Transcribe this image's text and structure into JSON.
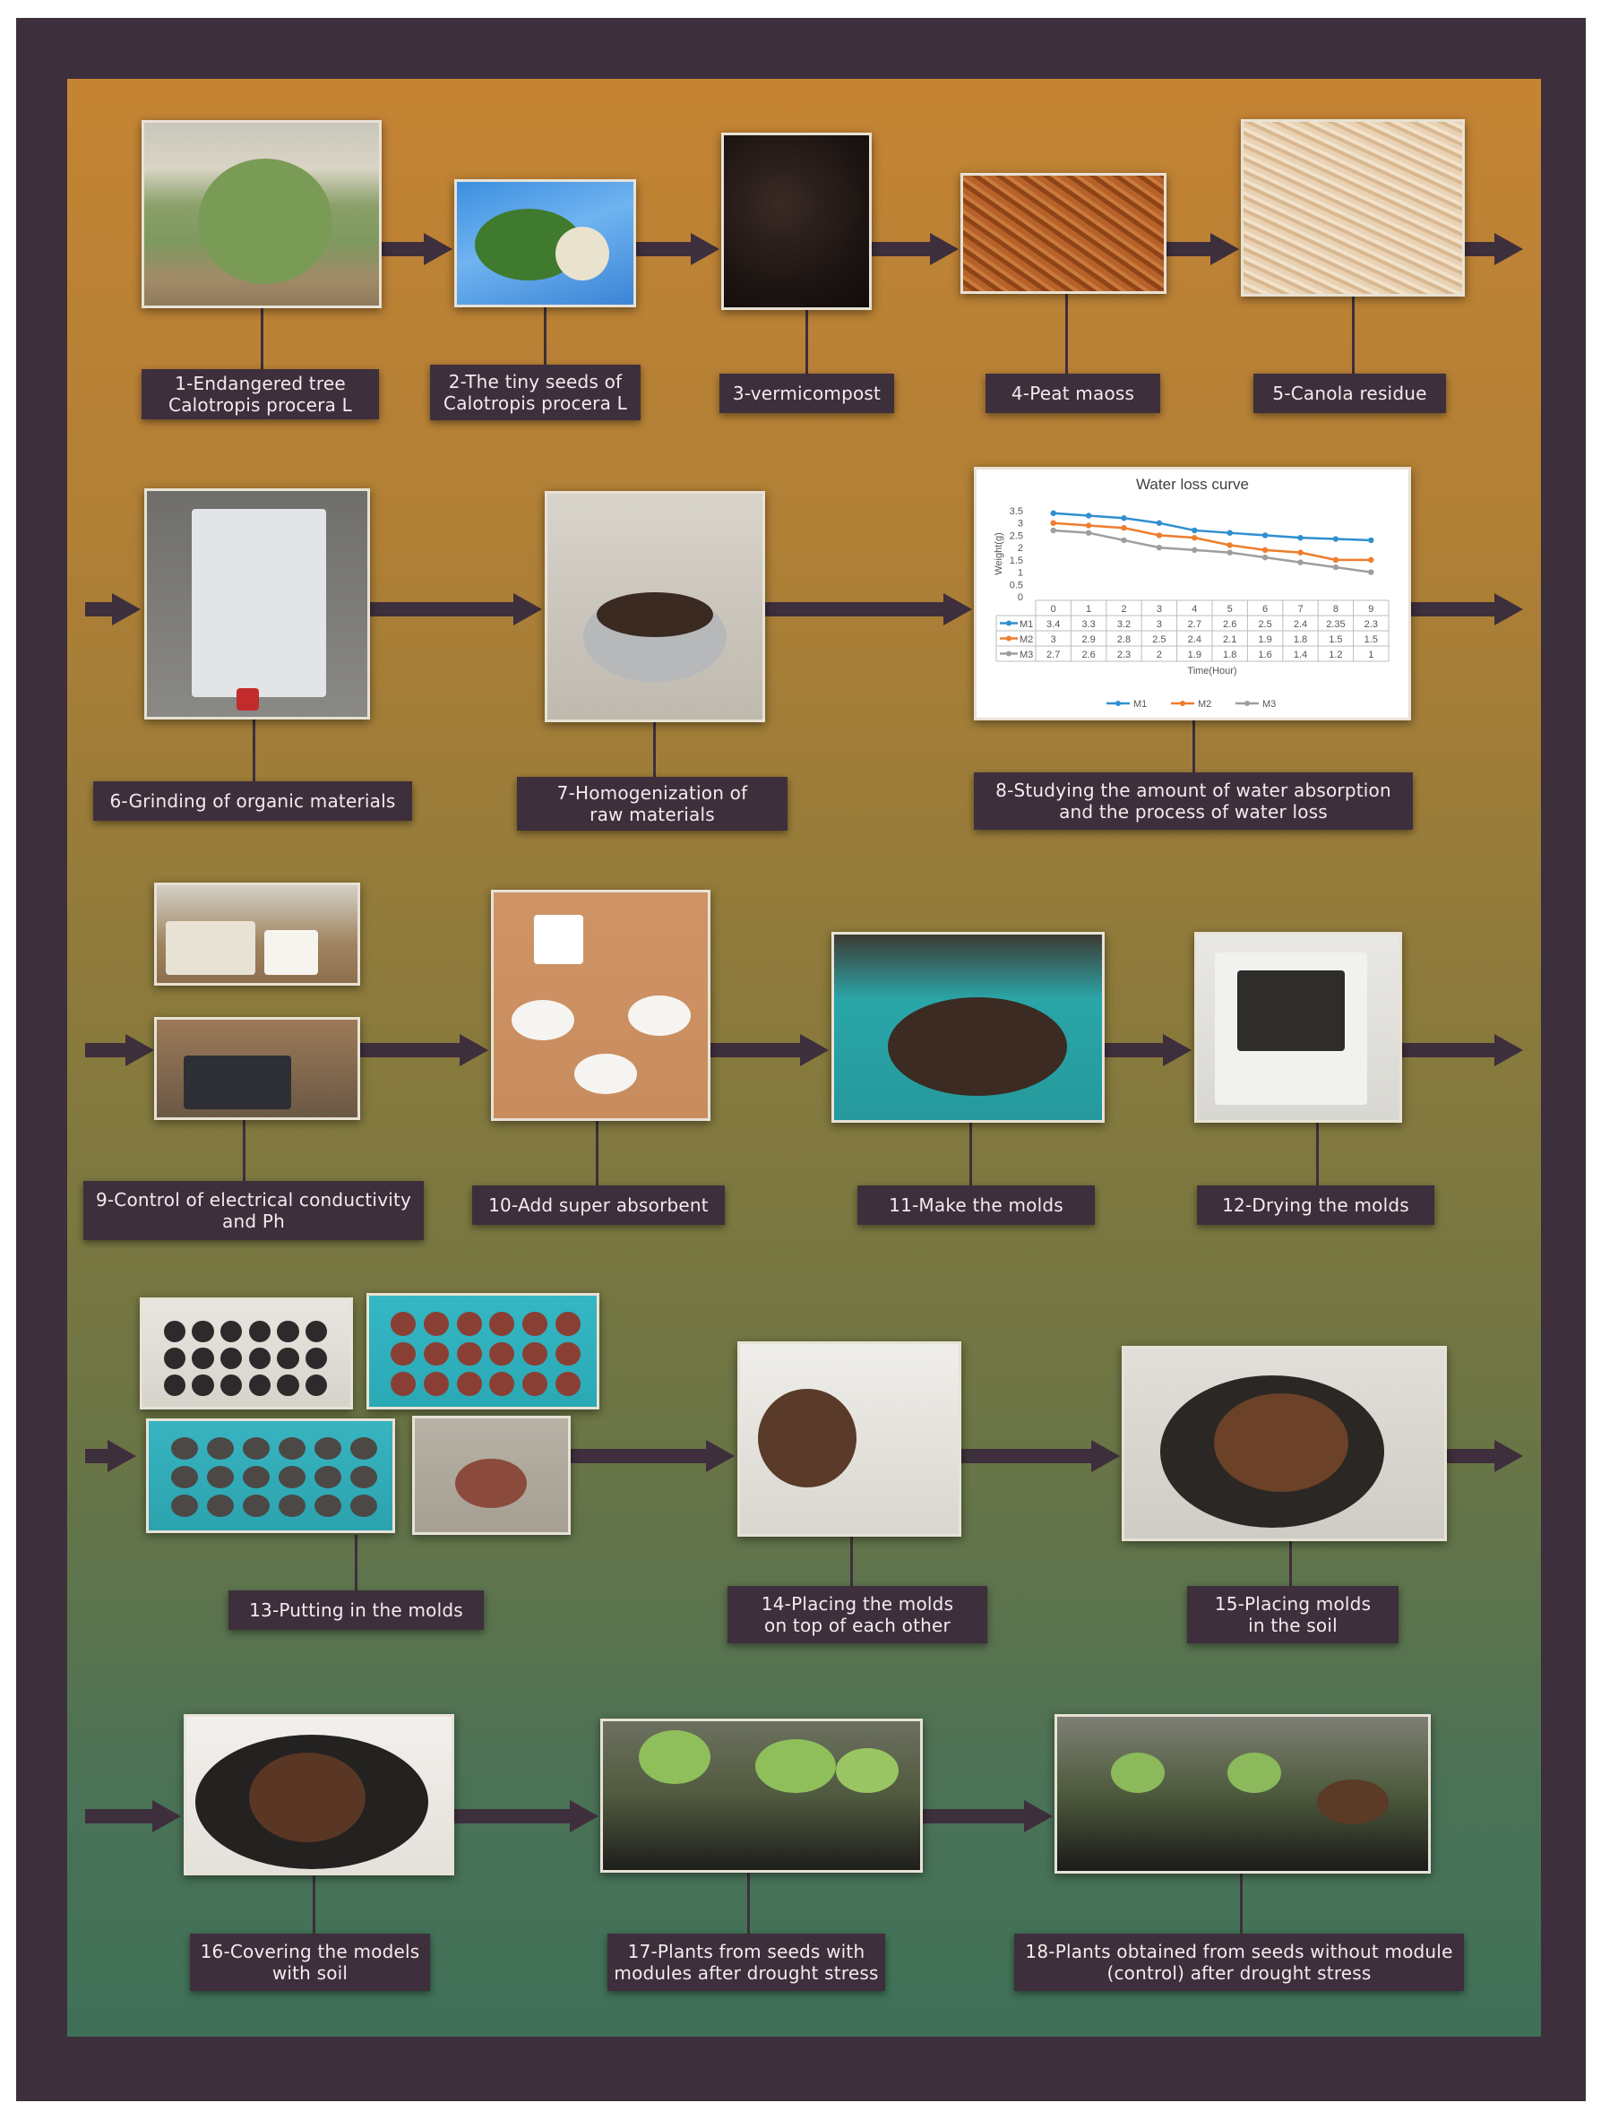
{
  "colors": {
    "frame": "#3e2f3c",
    "label_bg": "#3e2f3c",
    "label_text": "#f2ecec",
    "m1": "#2f8fd0",
    "m2": "#ee7d2c",
    "m3": "#9e9e9e"
  },
  "steps": [
    {
      "n": 1,
      "lines": [
        "1-Endangered tree",
        "Calotropis procera L"
      ]
    },
    {
      "n": 2,
      "lines": [
        "2-The tiny seeds of",
        "Calotropis procera L"
      ]
    },
    {
      "n": 3,
      "lines": [
        "3-vermicompost"
      ]
    },
    {
      "n": 4,
      "lines": [
        "4-Peat maoss"
      ]
    },
    {
      "n": 5,
      "lines": [
        "5-Canola residue"
      ]
    },
    {
      "n": 6,
      "lines": [
        "6-Grinding of organic materials"
      ]
    },
    {
      "n": 7,
      "lines": [
        "7-Homogenization of",
        "raw materials"
      ]
    },
    {
      "n": 8,
      "lines": [
        "8-Studying the amount of water absorption",
        "and the process of water loss"
      ]
    },
    {
      "n": 9,
      "lines": [
        "9-Control of electrical conductivity",
        "and Ph"
      ]
    },
    {
      "n": 10,
      "lines": [
        "10-Add super absorbent"
      ]
    },
    {
      "n": 11,
      "lines": [
        "11-Make the molds"
      ]
    },
    {
      "n": 12,
      "lines": [
        "12-Drying the molds"
      ]
    },
    {
      "n": 13,
      "lines": [
        "13-Putting in the molds"
      ]
    },
    {
      "n": 14,
      "lines": [
        "14-Placing the molds",
        "on top of each other"
      ]
    },
    {
      "n": 15,
      "lines": [
        "15-Placing molds",
        "in the soil"
      ]
    },
    {
      "n": 16,
      "lines": [
        "16-Covering the models",
        "with soil"
      ]
    },
    {
      "n": 17,
      "lines": [
        "17-Plants from seeds with",
        "modules after drought stress"
      ]
    },
    {
      "n": 18,
      "lines": [
        "18-Plants obtained from seeds without module",
        "(control) after drought stress"
      ]
    }
  ],
  "photos": [
    {
      "id": "p1",
      "icon": "tree-photo"
    },
    {
      "id": "p2",
      "icon": "seed-pod-photo"
    },
    {
      "id": "p3",
      "icon": "vermicompost-photo"
    },
    {
      "id": "p4",
      "icon": "peat-moss-photo"
    },
    {
      "id": "p5",
      "icon": "canola-residue-photo"
    },
    {
      "id": "p6",
      "icon": "grinder-photo"
    },
    {
      "id": "p7",
      "icon": "sieve-photo"
    },
    {
      "id": "p9a",
      "icon": "lab-bench-photo"
    },
    {
      "id": "p9b",
      "icon": "conductivity-meter-photo"
    },
    {
      "id": "p10",
      "icon": "super-absorbent-photo"
    },
    {
      "id": "p11",
      "icon": "mold-tray-photo"
    },
    {
      "id": "p12",
      "icon": "oven-photo"
    },
    {
      "id": "p13a",
      "icon": "mold-balls-photo"
    },
    {
      "id": "p13b",
      "icon": "mold-tray-red-photo"
    },
    {
      "id": "p13c",
      "icon": "mold-tray-grey-photo"
    },
    {
      "id": "p13d",
      "icon": "single-mold-photo"
    },
    {
      "id": "p14",
      "icon": "stacked-molds-photo"
    },
    {
      "id": "p15",
      "icon": "mold-in-soil-photo"
    },
    {
      "id": "p16",
      "icon": "covered-mold-photo"
    },
    {
      "id": "p17",
      "icon": "plants-with-modules-photo"
    },
    {
      "id": "p18",
      "icon": "plants-control-photo"
    }
  ],
  "chart_data": {
    "type": "line",
    "title": "Water loss curve",
    "xlabel": "Time(Hour)",
    "ylabel": "Weight(g)",
    "x": [
      0,
      1,
      2,
      3,
      4,
      5,
      6,
      7,
      8,
      9
    ],
    "x_labels": [
      "0",
      "1",
      "2",
      "3",
      "4",
      "5",
      "6",
      "7",
      "8",
      "9"
    ],
    "y_ticks": [
      "3.5",
      "3",
      "2.5",
      "2",
      "1.5",
      "1",
      "0.5",
      "0"
    ],
    "ylim": [
      0,
      3.5
    ],
    "series": [
      {
        "name": "M1",
        "values": [
          3.4,
          3.3,
          3.2,
          3,
          2.7,
          2.6,
          2.5,
          2.4,
          2.35,
          2.3
        ],
        "labels": [
          "3.4",
          "3.3",
          "3.2",
          "3",
          "2.7",
          "2.6",
          "2.5",
          "2.4",
          "2.35",
          "2.3"
        ]
      },
      {
        "name": "M2",
        "values": [
          3,
          2.9,
          2.8,
          2.5,
          2.4,
          2.1,
          1.9,
          1.8,
          1.5,
          1.5
        ],
        "labels": [
          "3",
          "2.9",
          "2.8",
          "2.5",
          "2.4",
          "2.1",
          "1.9",
          "1.8",
          "1.5",
          "1.5"
        ]
      },
      {
        "name": "M3",
        "values": [
          2.7,
          2.6,
          2.3,
          2,
          1.9,
          1.8,
          1.6,
          1.4,
          1.2,
          1
        ],
        "labels": [
          "2.7",
          "2.6",
          "2.3",
          "2",
          "1.9",
          "1.8",
          "1.6",
          "1.4",
          "1.2",
          "1"
        ]
      }
    ],
    "legend": "bottom",
    "data_table": true
  }
}
